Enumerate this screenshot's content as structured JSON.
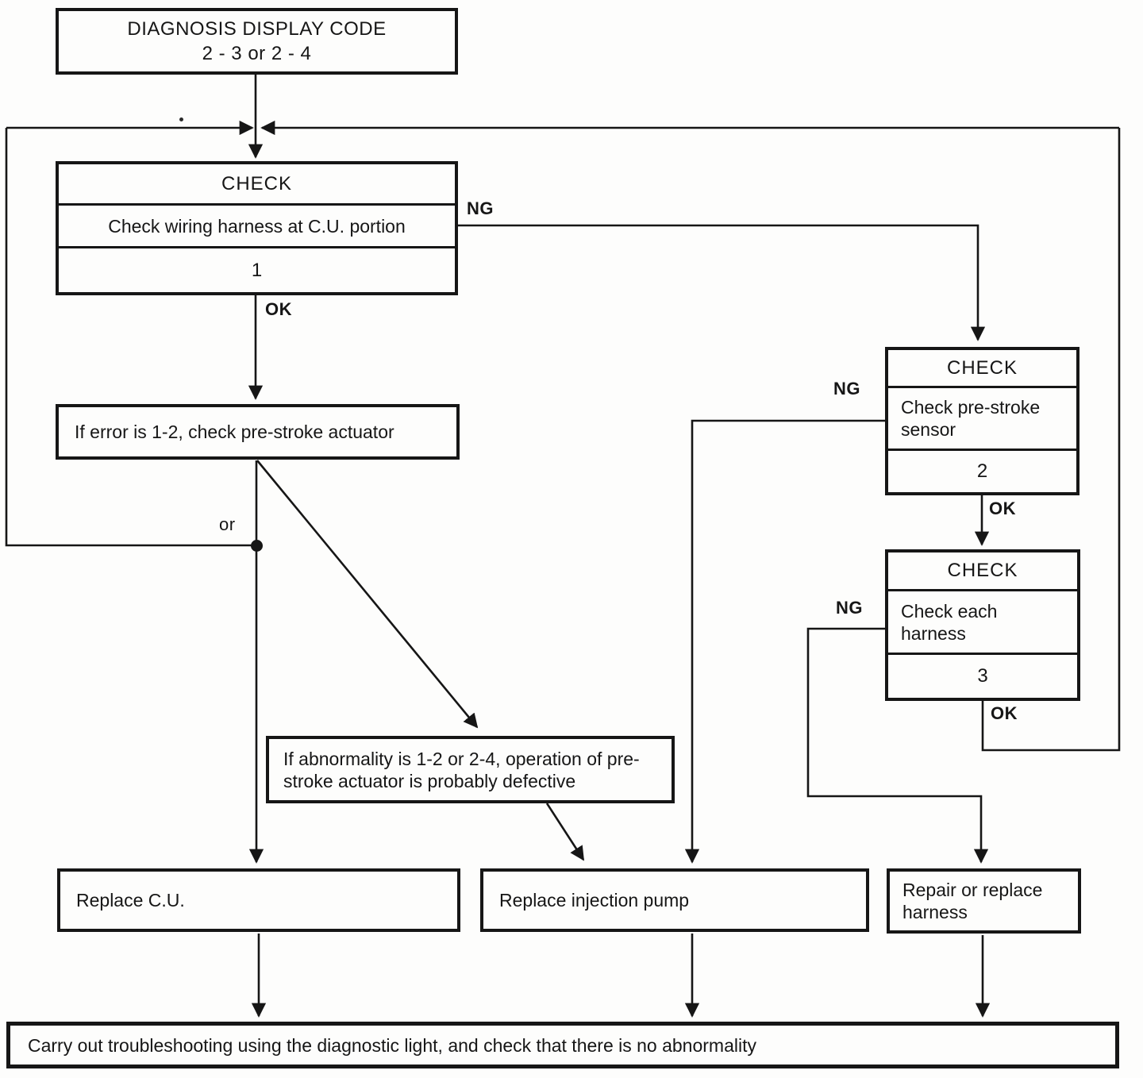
{
  "diagram": {
    "title_box": {
      "line1": "DIAGNOSIS DISPLAY CODE",
      "line2": "2 - 3 or 2 - 4"
    },
    "check1": {
      "header": "CHECK",
      "body": "Check wiring harness at C.U. portion",
      "step": "1"
    },
    "check2": {
      "header": "CHECK",
      "body": "Check pre-stroke\nsensor",
      "step": "2"
    },
    "check3": {
      "header": "CHECK",
      "body": "Check each\nharness",
      "step": "3"
    },
    "if_error": {
      "text": "If error is 1-2, check pre-stroke actuator"
    },
    "if_abnormality": {
      "text": "If abnormality is 1-2 or 2-4, operation of pre-\nstroke actuator is probably defective"
    },
    "replace_cu": {
      "text": "Replace C.U."
    },
    "replace_pump": {
      "text": "Replace injection pump"
    },
    "repair_harness": {
      "text": "Repair or replace\nharness"
    },
    "final_box": {
      "text": "Carry out troubleshooting using the diagnostic light, and check that there is no abnormality"
    }
  },
  "labels": {
    "ng": "NG",
    "ok": "OK",
    "or": "or"
  },
  "colors": {
    "ink": "#161616",
    "paper": "#fdfdfc"
  }
}
